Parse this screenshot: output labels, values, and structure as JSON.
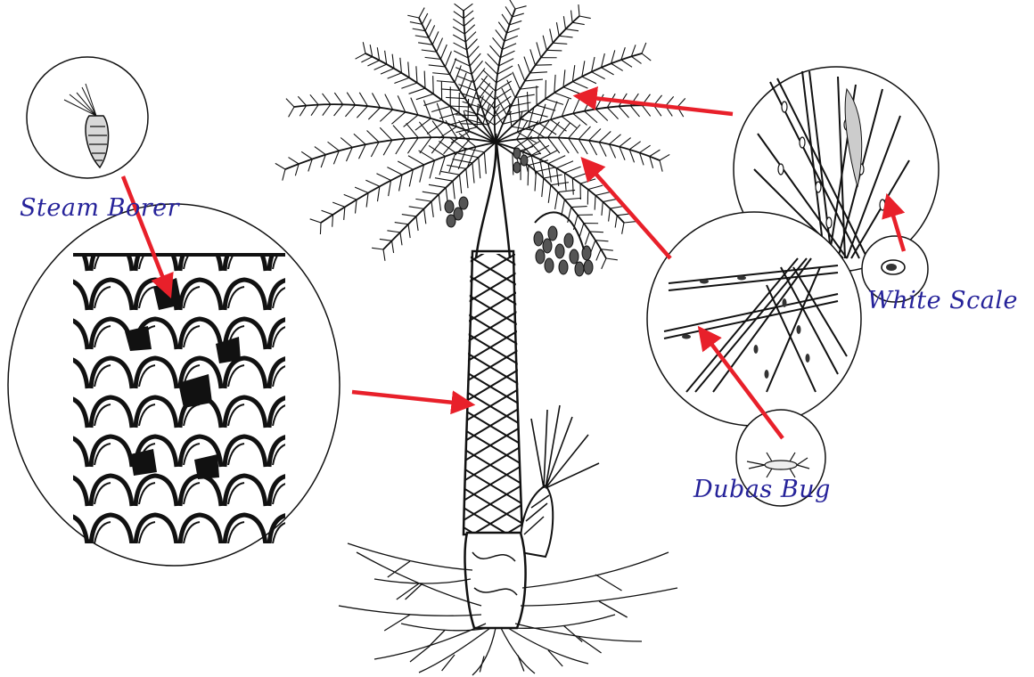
{
  "labels": {
    "stem_borer": "Steam Borer",
    "white_scale": "White Scale",
    "dubas_bug": "Dubas Bug"
  },
  "colors": {
    "arrow": "#e8202a",
    "label": "#26239a",
    "line_art": "#111111"
  },
  "icons": {
    "stem_borer": "beetle-larva-icon",
    "white_scale": "scale-insect-icon",
    "dubas_bug": "bug-icon"
  }
}
